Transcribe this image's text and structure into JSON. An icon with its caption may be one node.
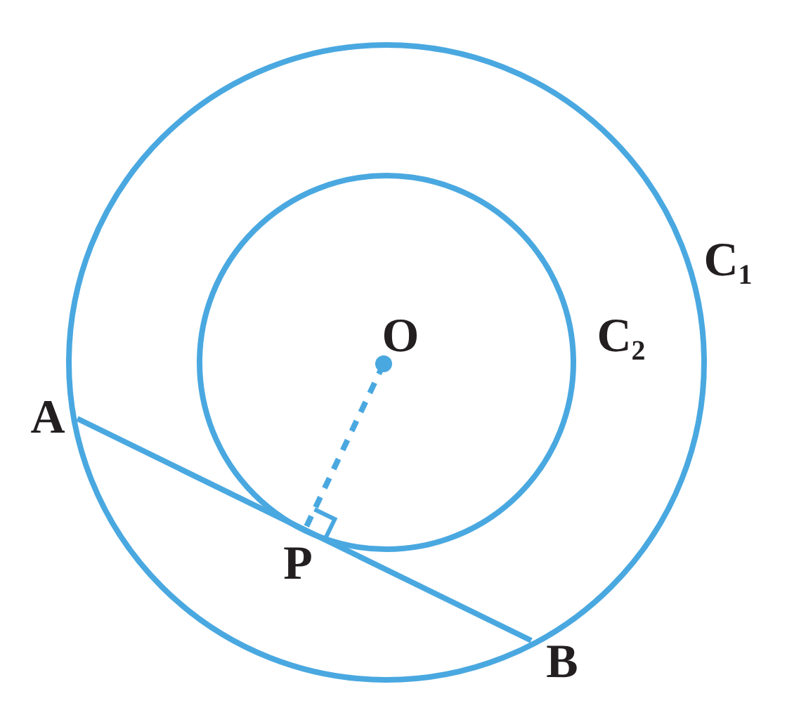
{
  "diagram": {
    "labels": [
      "C$_{1}$",
      "O",
      "C$_{2}$",
      "A",
      "P",
      "B"
    ]
  }
}
